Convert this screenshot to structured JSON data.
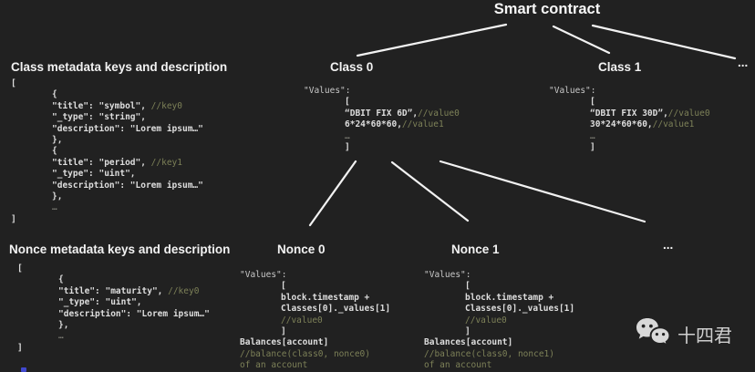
{
  "title": "Smart contract",
  "headings": {
    "class_meta": "Class metadata keys and description",
    "nonce_meta": "Nonce metadata keys and description",
    "class0": "Class 0",
    "class1": "Class 1",
    "nonce0": "Nonce 0",
    "nonce1": "Nonce 1",
    "ellipsis_top": "...",
    "ellipsis_bottom": "..."
  },
  "watermark": {
    "label": "十四君",
    "icon": "wechat-logo"
  },
  "colors": {
    "background": "#212121",
    "heading_text": "#f2f2f2",
    "code_bold": "#dedede",
    "code_plain": "#c8c8c8",
    "comment": "#7d8158",
    "connector": "#f2f2f2",
    "artifact_blue": "#4149cf"
  },
  "code_blocks": {
    "class_meta": [
      {
        "i": 0,
        "s": [
          {
            "t": "[",
            "y": "b"
          }
        ]
      },
      {
        "i": 1,
        "s": [
          {
            "t": "{",
            "y": "b"
          }
        ]
      },
      {
        "i": 1,
        "s": [
          {
            "t": "\"title\": \"symbol\", ",
            "y": "b"
          },
          {
            "t": "//key0",
            "y": "c"
          }
        ]
      },
      {
        "i": 1,
        "s": [
          {
            "t": "\"_type\": \"string\",",
            "y": "b"
          }
        ]
      },
      {
        "i": 1,
        "s": [
          {
            "t": "\"description\": \"Lorem ipsum…\"",
            "y": "b"
          }
        ]
      },
      {
        "i": 1,
        "s": [
          {
            "t": "},",
            "y": "b"
          }
        ]
      },
      {
        "i": 1,
        "s": [
          {
            "t": "{",
            "y": "b"
          }
        ]
      },
      {
        "i": 1,
        "s": [
          {
            "t": "\"title\": \"period\", ",
            "y": "b"
          },
          {
            "t": "//key1",
            "y": "c"
          }
        ]
      },
      {
        "i": 1,
        "s": [
          {
            "t": "\"_type\": \"uint\",",
            "y": "b"
          }
        ]
      },
      {
        "i": 1,
        "s": [
          {
            "t": "\"description\": \"Lorem ipsum…\"",
            "y": "b"
          }
        ]
      },
      {
        "i": 1,
        "s": [
          {
            "t": "},",
            "y": "b"
          }
        ]
      },
      {
        "i": 1,
        "s": [
          {
            "t": "…",
            "y": "d"
          }
        ]
      },
      {
        "i": 0,
        "s": [
          {
            "t": "]",
            "y": "b"
          }
        ]
      }
    ],
    "class0_values": [
      {
        "i": 0,
        "s": [
          {
            "t": "\"Values\":",
            "y": "p"
          }
        ]
      },
      {
        "i": 1,
        "s": [
          {
            "t": "[",
            "y": "b"
          }
        ]
      },
      {
        "i": 1,
        "s": [
          {
            "t": "“DBIT FIX 6D”,",
            "y": "b"
          },
          {
            "t": "//value0",
            "y": "c"
          }
        ]
      },
      {
        "i": 1,
        "s": [
          {
            "t": "6*24*60*60,",
            "y": "b"
          },
          {
            "t": "//value1",
            "y": "c"
          }
        ]
      },
      {
        "i": 1,
        "s": [
          {
            "t": "…",
            "y": "d"
          }
        ]
      },
      {
        "i": 1,
        "s": [
          {
            "t": "]",
            "y": "b"
          }
        ]
      }
    ],
    "class1_values": [
      {
        "i": 0,
        "s": [
          {
            "t": "\"Values\":",
            "y": "p"
          }
        ]
      },
      {
        "i": 1,
        "s": [
          {
            "t": "[",
            "y": "b"
          }
        ]
      },
      {
        "i": 1,
        "s": [
          {
            "t": "“DBIT FIX 30D”,",
            "y": "b"
          },
          {
            "t": "//value0",
            "y": "c"
          }
        ]
      },
      {
        "i": 1,
        "s": [
          {
            "t": "30*24*60*60,",
            "y": "b"
          },
          {
            "t": "//value1",
            "y": "c"
          }
        ]
      },
      {
        "i": 1,
        "s": [
          {
            "t": "…",
            "y": "d"
          }
        ]
      },
      {
        "i": 1,
        "s": [
          {
            "t": "]",
            "y": "b"
          }
        ]
      }
    ],
    "nonce_meta": [
      {
        "i": 0,
        "s": [
          {
            "t": "[",
            "y": "b"
          }
        ]
      },
      {
        "i": 1,
        "s": [
          {
            "t": "{",
            "y": "b"
          }
        ]
      },
      {
        "i": 1,
        "s": [
          {
            "t": "\"title\": \"maturity\", ",
            "y": "b"
          },
          {
            "t": "//key0",
            "y": "c"
          }
        ]
      },
      {
        "i": 1,
        "s": [
          {
            "t": "\"_type\": \"uint\",",
            "y": "b"
          }
        ]
      },
      {
        "i": 1,
        "s": [
          {
            "t": "\"description\": \"Lorem ipsum…\"",
            "y": "b"
          }
        ]
      },
      {
        "i": 1,
        "s": [
          {
            "t": "},",
            "y": "b"
          }
        ]
      },
      {
        "i": 1,
        "s": [
          {
            "t": "…",
            "y": "d"
          }
        ]
      },
      {
        "i": 0,
        "s": [
          {
            "t": "]",
            "y": "b"
          }
        ]
      }
    ],
    "nonce0_values": [
      {
        "i": 0,
        "s": [
          {
            "t": "\"Values\":",
            "y": "p"
          }
        ]
      },
      {
        "i": 1,
        "s": [
          {
            "t": "[",
            "y": "b"
          }
        ]
      },
      {
        "i": 1,
        "s": [
          {
            "t": "block.timestamp +",
            "y": "b"
          }
        ]
      },
      {
        "i": 1,
        "s": [
          {
            "t": "Classes[0]._values[1]",
            "y": "b"
          }
        ]
      },
      {
        "i": 1,
        "s": [
          {
            "t": "//value0",
            "y": "c"
          }
        ]
      },
      {
        "i": 1,
        "s": [
          {
            "t": "]",
            "y": "b"
          }
        ]
      },
      {
        "i": 0,
        "s": [
          {
            "t": "Balances[account]",
            "y": "b"
          }
        ]
      },
      {
        "i": 0,
        "s": [
          {
            "t": "//balance(class0, nonce0)",
            "y": "c"
          }
        ]
      },
      {
        "i": 0,
        "s": [
          {
            "t": "of an account",
            "y": "c"
          }
        ]
      }
    ],
    "nonce1_values": [
      {
        "i": 0,
        "s": [
          {
            "t": "\"Values\":",
            "y": "p"
          }
        ]
      },
      {
        "i": 1,
        "s": [
          {
            "t": "[",
            "y": "b"
          }
        ]
      },
      {
        "i": 1,
        "s": [
          {
            "t": "block.timestamp +",
            "y": "b"
          }
        ]
      },
      {
        "i": 1,
        "s": [
          {
            "t": "Classes[0]._values[1]",
            "y": "b"
          }
        ]
      },
      {
        "i": 1,
        "s": [
          {
            "t": "//value0",
            "y": "c"
          }
        ]
      },
      {
        "i": 1,
        "s": [
          {
            "t": "]",
            "y": "b"
          }
        ]
      },
      {
        "i": 0,
        "s": [
          {
            "t": "Balances[account]",
            "y": "b"
          }
        ]
      },
      {
        "i": 0,
        "s": [
          {
            "t": "//balance(class0, nonce1)",
            "y": "c"
          }
        ]
      },
      {
        "i": 0,
        "s": [
          {
            "t": "of an account",
            "y": "c"
          }
        ]
      }
    ]
  }
}
